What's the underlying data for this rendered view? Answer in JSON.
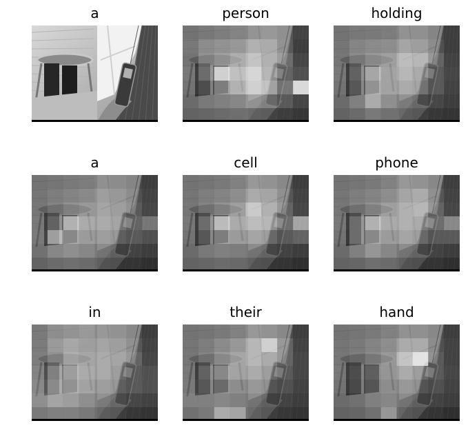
{
  "caption_words": [
    "a",
    "person",
    "holding",
    "a",
    "cell",
    "phone",
    "in",
    "their",
    "hand"
  ],
  "panels": [
    {
      "word_index": 0,
      "attention": null
    },
    {
      "word_index": 1,
      "attention": [
        [
          0.15,
          0.2,
          0.25,
          0.3,
          0.32,
          0.35,
          0.28,
          0.18
        ],
        [
          0.2,
          0.35,
          0.4,
          0.45,
          0.55,
          0.5,
          0.3,
          0.15
        ],
        [
          0.18,
          0.4,
          0.5,
          0.6,
          0.7,
          0.55,
          0.4,
          0.2
        ],
        [
          0.22,
          0.45,
          0.95,
          0.75,
          0.85,
          0.6,
          0.35,
          0.25
        ],
        [
          0.2,
          0.3,
          0.55,
          0.65,
          0.8,
          0.7,
          0.45,
          0.98
        ],
        [
          0.15,
          0.25,
          0.3,
          0.35,
          0.45,
          0.4,
          0.3,
          0.2
        ],
        [
          0.1,
          0.12,
          0.15,
          0.18,
          0.2,
          0.18,
          0.15,
          0.12
        ]
      ]
    },
    {
      "word_index": 2,
      "attention": [
        [
          0.15,
          0.2,
          0.22,
          0.25,
          0.3,
          0.28,
          0.2,
          0.15
        ],
        [
          0.18,
          0.3,
          0.35,
          0.38,
          0.45,
          0.4,
          0.25,
          0.15
        ],
        [
          0.2,
          0.35,
          0.45,
          0.5,
          0.65,
          0.6,
          0.35,
          0.18
        ],
        [
          0.22,
          0.4,
          0.75,
          0.55,
          0.6,
          0.5,
          0.3,
          0.2
        ],
        [
          0.2,
          0.35,
          0.65,
          0.55,
          0.5,
          0.45,
          0.3,
          0.18
        ],
        [
          0.15,
          0.3,
          0.6,
          0.4,
          0.3,
          0.25,
          0.2,
          0.15
        ],
        [
          0.1,
          0.15,
          0.25,
          0.2,
          0.18,
          0.15,
          0.12,
          0.1
        ]
      ]
    },
    {
      "word_index": 3,
      "attention": [
        [
          0.15,
          0.18,
          0.22,
          0.25,
          0.28,
          0.25,
          0.2,
          0.15
        ],
        [
          0.18,
          0.25,
          0.3,
          0.35,
          0.4,
          0.35,
          0.25,
          0.18
        ],
        [
          0.2,
          0.3,
          0.4,
          0.45,
          0.45,
          0.4,
          0.3,
          0.2
        ],
        [
          0.22,
          0.4,
          0.8,
          0.6,
          0.5,
          0.45,
          0.35,
          0.45
        ],
        [
          0.25,
          0.7,
          0.6,
          0.5,
          0.4,
          0.35,
          0.3,
          0.25
        ],
        [
          0.2,
          0.35,
          0.4,
          0.35,
          0.25,
          0.2,
          0.18,
          0.15
        ],
        [
          0.1,
          0.15,
          0.18,
          0.15,
          0.12,
          0.1,
          0.1,
          0.08
        ]
      ]
    },
    {
      "word_index": 4,
      "attention": [
        [
          0.15,
          0.18,
          0.22,
          0.28,
          0.35,
          0.3,
          0.22,
          0.15
        ],
        [
          0.18,
          0.25,
          0.3,
          0.38,
          0.5,
          0.45,
          0.28,
          0.18
        ],
        [
          0.2,
          0.3,
          0.4,
          0.5,
          0.75,
          0.55,
          0.35,
          0.2
        ],
        [
          0.22,
          0.45,
          0.85,
          0.6,
          0.65,
          0.6,
          0.4,
          0.7
        ],
        [
          0.2,
          0.35,
          0.55,
          0.5,
          0.45,
          0.4,
          0.3,
          0.35
        ],
        [
          0.15,
          0.25,
          0.3,
          0.28,
          0.25,
          0.22,
          0.18,
          0.15
        ],
        [
          0.1,
          0.12,
          0.15,
          0.14,
          0.12,
          0.1,
          0.1,
          0.08
        ]
      ]
    },
    {
      "word_index": 5,
      "attention": [
        [
          0.15,
          0.18,
          0.22,
          0.28,
          0.35,
          0.3,
          0.22,
          0.15
        ],
        [
          0.18,
          0.25,
          0.3,
          0.38,
          0.45,
          0.5,
          0.28,
          0.18
        ],
        [
          0.2,
          0.3,
          0.4,
          0.5,
          0.55,
          0.6,
          0.35,
          0.2
        ],
        [
          0.22,
          0.45,
          0.8,
          0.6,
          0.55,
          0.5,
          0.4,
          0.55
        ],
        [
          0.2,
          0.45,
          0.6,
          0.5,
          0.45,
          0.4,
          0.3,
          0.3
        ],
        [
          0.15,
          0.3,
          0.45,
          0.35,
          0.25,
          0.22,
          0.18,
          0.15
        ],
        [
          0.1,
          0.12,
          0.18,
          0.15,
          0.12,
          0.1,
          0.1,
          0.08
        ]
      ]
    },
    {
      "word_index": 6,
      "attention": [
        [
          0.2,
          0.35,
          0.4,
          0.45,
          0.35,
          0.3,
          0.22,
          0.15
        ],
        [
          0.22,
          0.45,
          0.55,
          0.5,
          0.45,
          0.4,
          0.28,
          0.18
        ],
        [
          0.25,
          0.4,
          0.6,
          0.55,
          0.5,
          0.45,
          0.35,
          0.2
        ],
        [
          0.3,
          0.55,
          0.7,
          0.6,
          0.5,
          0.4,
          0.3,
          0.25
        ],
        [
          0.35,
          0.6,
          0.65,
          0.55,
          0.4,
          0.35,
          0.3,
          0.25
        ],
        [
          0.4,
          0.55,
          0.5,
          0.4,
          0.3,
          0.25,
          0.2,
          0.18
        ],
        [
          0.25,
          0.3,
          0.3,
          0.25,
          0.18,
          0.15,
          0.12,
          0.1
        ]
      ]
    },
    {
      "word_index": 7,
      "attention": [
        [
          0.15,
          0.18,
          0.22,
          0.28,
          0.35,
          0.3,
          0.22,
          0.15
        ],
        [
          0.18,
          0.25,
          0.35,
          0.45,
          0.6,
          0.8,
          0.35,
          0.18
        ],
        [
          0.2,
          0.3,
          0.45,
          0.55,
          0.6,
          0.5,
          0.35,
          0.2
        ],
        [
          0.22,
          0.4,
          0.6,
          0.55,
          0.5,
          0.4,
          0.3,
          0.2
        ],
        [
          0.25,
          0.35,
          0.45,
          0.4,
          0.35,
          0.3,
          0.25,
          0.18
        ],
        [
          0.3,
          0.3,
          0.35,
          0.3,
          0.25,
          0.2,
          0.18,
          0.15
        ],
        [
          0.2,
          0.25,
          0.6,
          0.55,
          0.2,
          0.15,
          0.12,
          0.1
        ]
      ]
    },
    {
      "word_index": 8,
      "attention": [
        [
          0.15,
          0.18,
          0.22,
          0.28,
          0.3,
          0.28,
          0.22,
          0.15
        ],
        [
          0.18,
          0.22,
          0.3,
          0.38,
          0.5,
          0.5,
          0.25,
          0.18
        ],
        [
          0.2,
          0.25,
          0.35,
          0.45,
          0.7,
          0.95,
          0.3,
          0.18
        ],
        [
          0.22,
          0.3,
          0.4,
          0.45,
          0.5,
          0.4,
          0.3,
          0.2
        ],
        [
          0.2,
          0.28,
          0.35,
          0.4,
          0.35,
          0.3,
          0.25,
          0.18
        ],
        [
          0.15,
          0.2,
          0.3,
          0.35,
          0.25,
          0.2,
          0.18,
          0.15
        ],
        [
          0.1,
          0.12,
          0.2,
          0.45,
          0.15,
          0.12,
          0.1,
          0.08
        ]
      ]
    }
  ]
}
